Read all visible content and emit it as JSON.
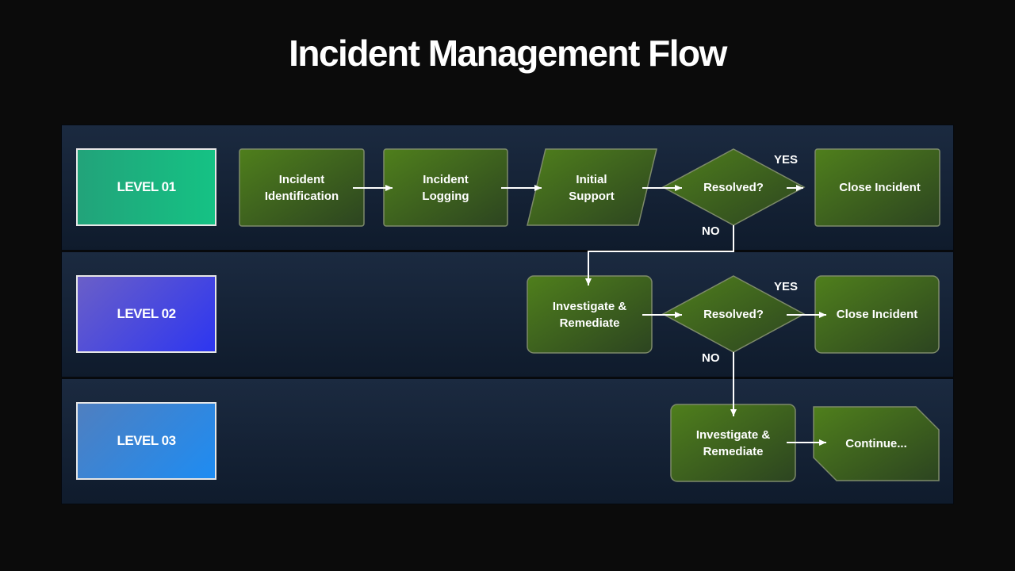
{
  "title": "Incident Management Flow",
  "levels": [
    {
      "label": "LEVEL 01"
    },
    {
      "label": "LEVEL 02"
    },
    {
      "label": "LEVEL 03"
    }
  ],
  "nodes": {
    "l1_identification": "Incident\nIdentification",
    "l1_logging": "Incident\nLogging",
    "l1_support": "Initial\nSupport",
    "l1_decision": "Resolved?",
    "l1_close": "Close Incident",
    "l2_investigate": "Investigate &\nRemediate",
    "l2_decision": "Resolved?",
    "l2_close": "Close Incident",
    "l3_investigate": "Investigate &\nRemediate",
    "l3_continue": "Continue..."
  },
  "edge_labels": {
    "l1_yes": "YES",
    "l1_no": "NO",
    "l2_yes": "YES",
    "l2_no": "NO"
  },
  "colors": {
    "node_fill_top": "#4f7f1c",
    "node_fill_bottom": "#2c4420",
    "node_border": "#7d8a6a",
    "arrow": "#ffffff"
  }
}
